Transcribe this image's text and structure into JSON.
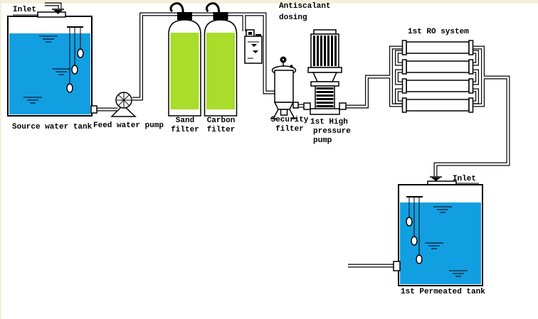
{
  "colors": {
    "water": "#129FE1",
    "filter_media": "#A9DC2B",
    "line": "#000000",
    "ripple": "#003050",
    "background": "#FFFFFF"
  },
  "labels": {
    "source_inlet": "Inlet",
    "source_tank": "Source water tank",
    "feed_pump": "Feed water pump",
    "sand_filter": [
      "Sand",
      "filter"
    ],
    "carbon_filter": [
      "Carbon",
      "filter"
    ],
    "antiscalant": [
      "Antiscalant",
      "dosing"
    ],
    "security_filter": [
      "Security",
      "filter"
    ],
    "high_pressure_pump": [
      "1st High",
      "pressure",
      "pump"
    ],
    "ro_system": "1st RO system",
    "permeate_inlet": "Inlet",
    "permeated_tank": "1st Permeated tank"
  }
}
